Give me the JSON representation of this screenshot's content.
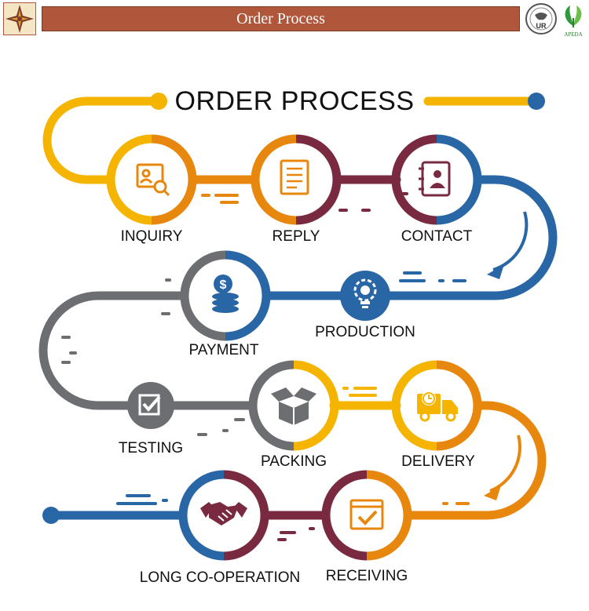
{
  "header": {
    "title": "Order Process",
    "logo_right_text": "APEDA"
  },
  "diagram": {
    "title": "ORDER PROCESS",
    "steps": [
      {
        "label": "INQUIRY",
        "icon": "profile-search-icon"
      },
      {
        "label": "REPLY",
        "icon": "document-icon"
      },
      {
        "label": "CONTACT",
        "icon": "contact-book-icon"
      },
      {
        "label": "PRODUCTION",
        "icon": "lightbulb-gear-icon"
      },
      {
        "label": "PAYMENT",
        "icon": "coins-dollar-icon"
      },
      {
        "label": "TESTING",
        "icon": "checkbox-icon"
      },
      {
        "label": "PACKING",
        "icon": "open-box-icon"
      },
      {
        "label": "DELIVERY",
        "icon": "delivery-truck-icon"
      },
      {
        "label": "RECEIVING",
        "icon": "box-check-icon"
      },
      {
        "label": "LONG CO-OPERATION",
        "icon": "handshake-icon"
      }
    ]
  },
  "colors": {
    "yellow": "#f5b400",
    "orange": "#e8870e",
    "maroon": "#7a2a40",
    "blue": "#2866a6",
    "gray": "#6d6e71",
    "banner": "#b0563a"
  }
}
